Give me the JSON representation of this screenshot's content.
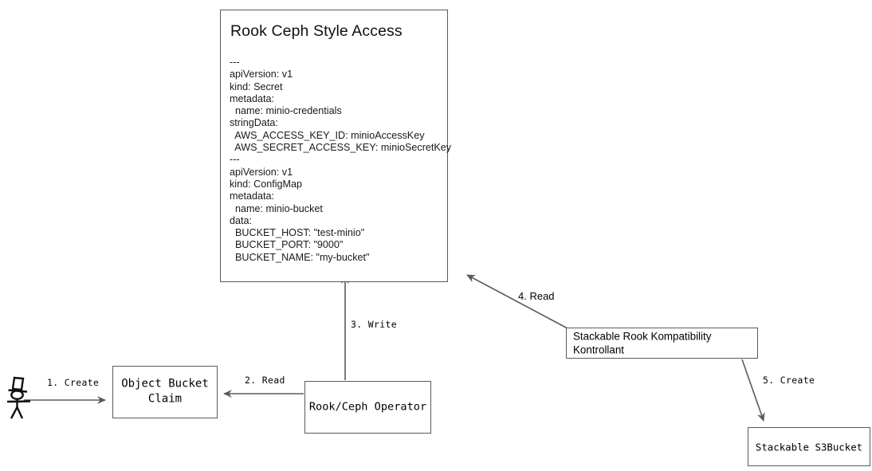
{
  "diagram": {
    "type": "flow-diagram",
    "background": "#ffffff",
    "stroke_color": "#5a5a5a",
    "text_color": "#000000"
  },
  "yaml_card": {
    "title": "Rook Ceph Style Access",
    "body": "---\napiVersion: v1\nkind: Secret\nmetadata:\n  name: minio-credentials\nstringData:\n  AWS_ACCESS_KEY_ID: minioAccessKey\n  AWS_SECRET_ACCESS_KEY: minioSecretKey\n---\napiVersion: v1\nkind: ConfigMap\nmetadata:\n  name: minio-bucket\ndata:\n  BUCKET_HOST: \"test-minio\"\n  BUCKET_PORT: \"9000\"\n  BUCKET_NAME: \"my-bucket\""
  },
  "nodes": {
    "actor": {
      "label": "",
      "icon": "stick-figure-with-top-hat"
    },
    "object_bucket_claim": {
      "label": "Object Bucket\nClaim"
    },
    "rook_ceph_operator": {
      "label": "Rook/Ceph Operator"
    },
    "stackable_rook_kompatibility_kontrollant": {
      "label": "Stackable Rook Kompatibility Kontrollant"
    },
    "stackable_s3bucket": {
      "label": "Stackable S3Bucket"
    }
  },
  "edges": [
    {
      "id": "e1",
      "label": "1. Create",
      "from": "actor",
      "to": "object_bucket_claim"
    },
    {
      "id": "e2",
      "label": "2. Read",
      "from": "rook_ceph_operator",
      "to": "object_bucket_claim"
    },
    {
      "id": "e3",
      "label": "3. Write",
      "from": "rook_ceph_operator",
      "to": "yaml_card"
    },
    {
      "id": "e4",
      "label": "4. Read",
      "from": "stackable_rook_kompatibility_kontrollant",
      "to": "yaml_card"
    },
    {
      "id": "e5",
      "label": "5. Create",
      "from": "stackable_rook_kompatibility_kontrollant",
      "to": "stackable_s3bucket"
    }
  ]
}
